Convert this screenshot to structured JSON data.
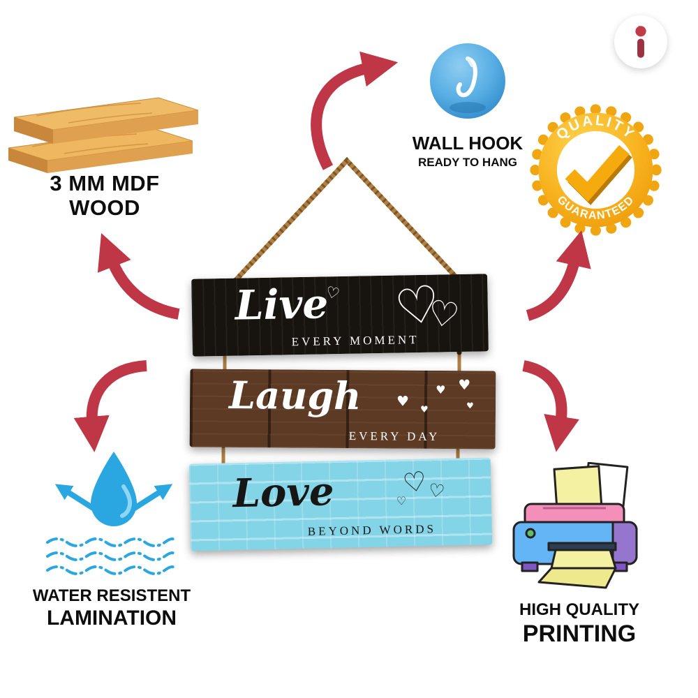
{
  "logo": {
    "letter": "i"
  },
  "features": {
    "mdf": {
      "line1": "3 MM MDF",
      "line2": "WOOD"
    },
    "hook": {
      "title": "WALL HOOK",
      "subtitle": "READY TO HANG"
    },
    "badge": {
      "top": "QUALITY",
      "bottom": "GUARANTEED"
    },
    "water": {
      "line1": "WATER RESISTENT",
      "line2": "LAMINATION"
    },
    "print": {
      "line1": "HIGH QUALITY",
      "line2": "PRINTING"
    }
  },
  "signs": [
    {
      "word": "Live",
      "subtitle": "EVERY MOMENT",
      "bg": "#17130f",
      "text_color": "#ffffff"
    },
    {
      "word": "Laugh",
      "subtitle": "EVERY DAY",
      "bg": "#5d3a24",
      "text_color": "#ffffff"
    },
    {
      "word": "Love",
      "subtitle": "BEYOND WORDS",
      "bg": "#84d4e8",
      "text_color": "#161616"
    }
  ],
  "glyphs": {
    "heart_outline": "♡",
    "heart_filled": "♥"
  },
  "colors": {
    "arrow_red": "#bf3646",
    "rope_brown": "#b08044",
    "water_blue": "#2aa7e0",
    "badge_gold": "#f3a713",
    "wood_tan": "#dfa050",
    "logo_red": "#c13a48"
  },
  "icons": [
    "wood-planks-icon",
    "wall-hook-icon",
    "quality-badge-icon",
    "water-drop-icon",
    "printer-icon",
    "heart-icon",
    "rope-icon",
    "brand-logo-icon"
  ]
}
